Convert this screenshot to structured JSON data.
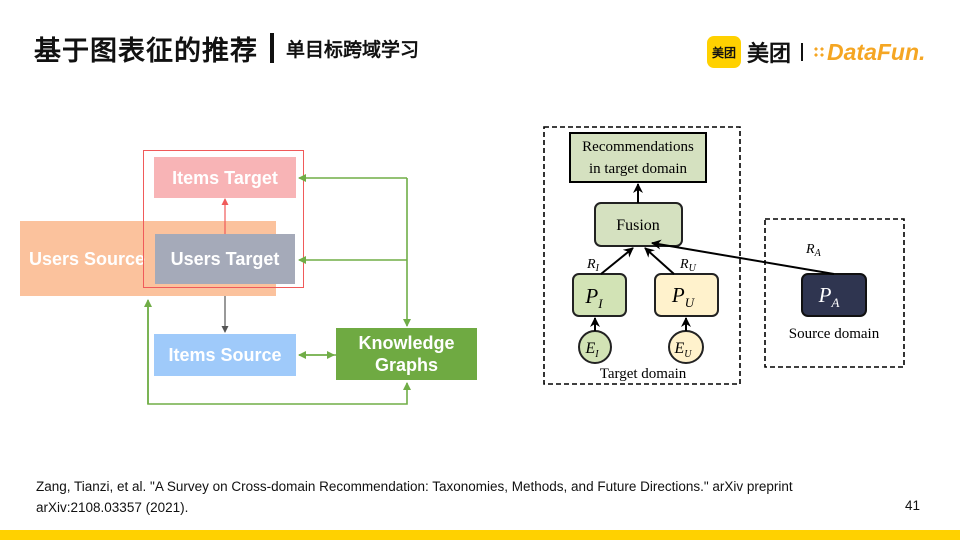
{
  "header": {
    "title": "基于图表征的推荐",
    "subtitle": "单目标跨域学习"
  },
  "logo": {
    "badge": "美团",
    "brand": "美团",
    "partner": "DataFun."
  },
  "left_diagram": {
    "users_source": "Users Source",
    "items_target": "Items Target",
    "users_target": "Users Target",
    "items_source": "Items Source",
    "knowledge_graphs": "Knowledge Graphs",
    "colors": {
      "users_source": "#FBC29D",
      "items_target": "#F8B4B6",
      "users_target": "#A5AAB9",
      "items_source": "#9FCAFA",
      "knowledge_graphs": "#6FAA42",
      "connector": "#70AD47"
    }
  },
  "right_diagram": {
    "recommendations": "Recommendations in target domain",
    "fusion": "Fusion",
    "pi": "P",
    "pi_sub": "I",
    "pu": "P",
    "pu_sub": "U",
    "pa": "P",
    "pa_sub": "A",
    "ei": "E",
    "ei_sub": "I",
    "eu": "E",
    "eu_sub": "U",
    "ri": "R",
    "ri_sub": "I",
    "ru": "R",
    "ru_sub": "U",
    "ra": "R",
    "ra_sub": "A",
    "target_domain": "Target domain",
    "source_domain": "Source domain",
    "colors": {
      "green_fill": "#D5E1C0",
      "pi_fill": "#D2E3B5",
      "pu_fill": "#FFF2CC",
      "pa_fill": "#2F3550"
    }
  },
  "footer": {
    "citation": "Zang, Tianzi, et al. \"A Survey on Cross-domain Recommendation: Taxonomies, Methods, and Future Directions.\" arXiv preprint arXiv:2108.03357 (2021).",
    "page_number": "41"
  }
}
